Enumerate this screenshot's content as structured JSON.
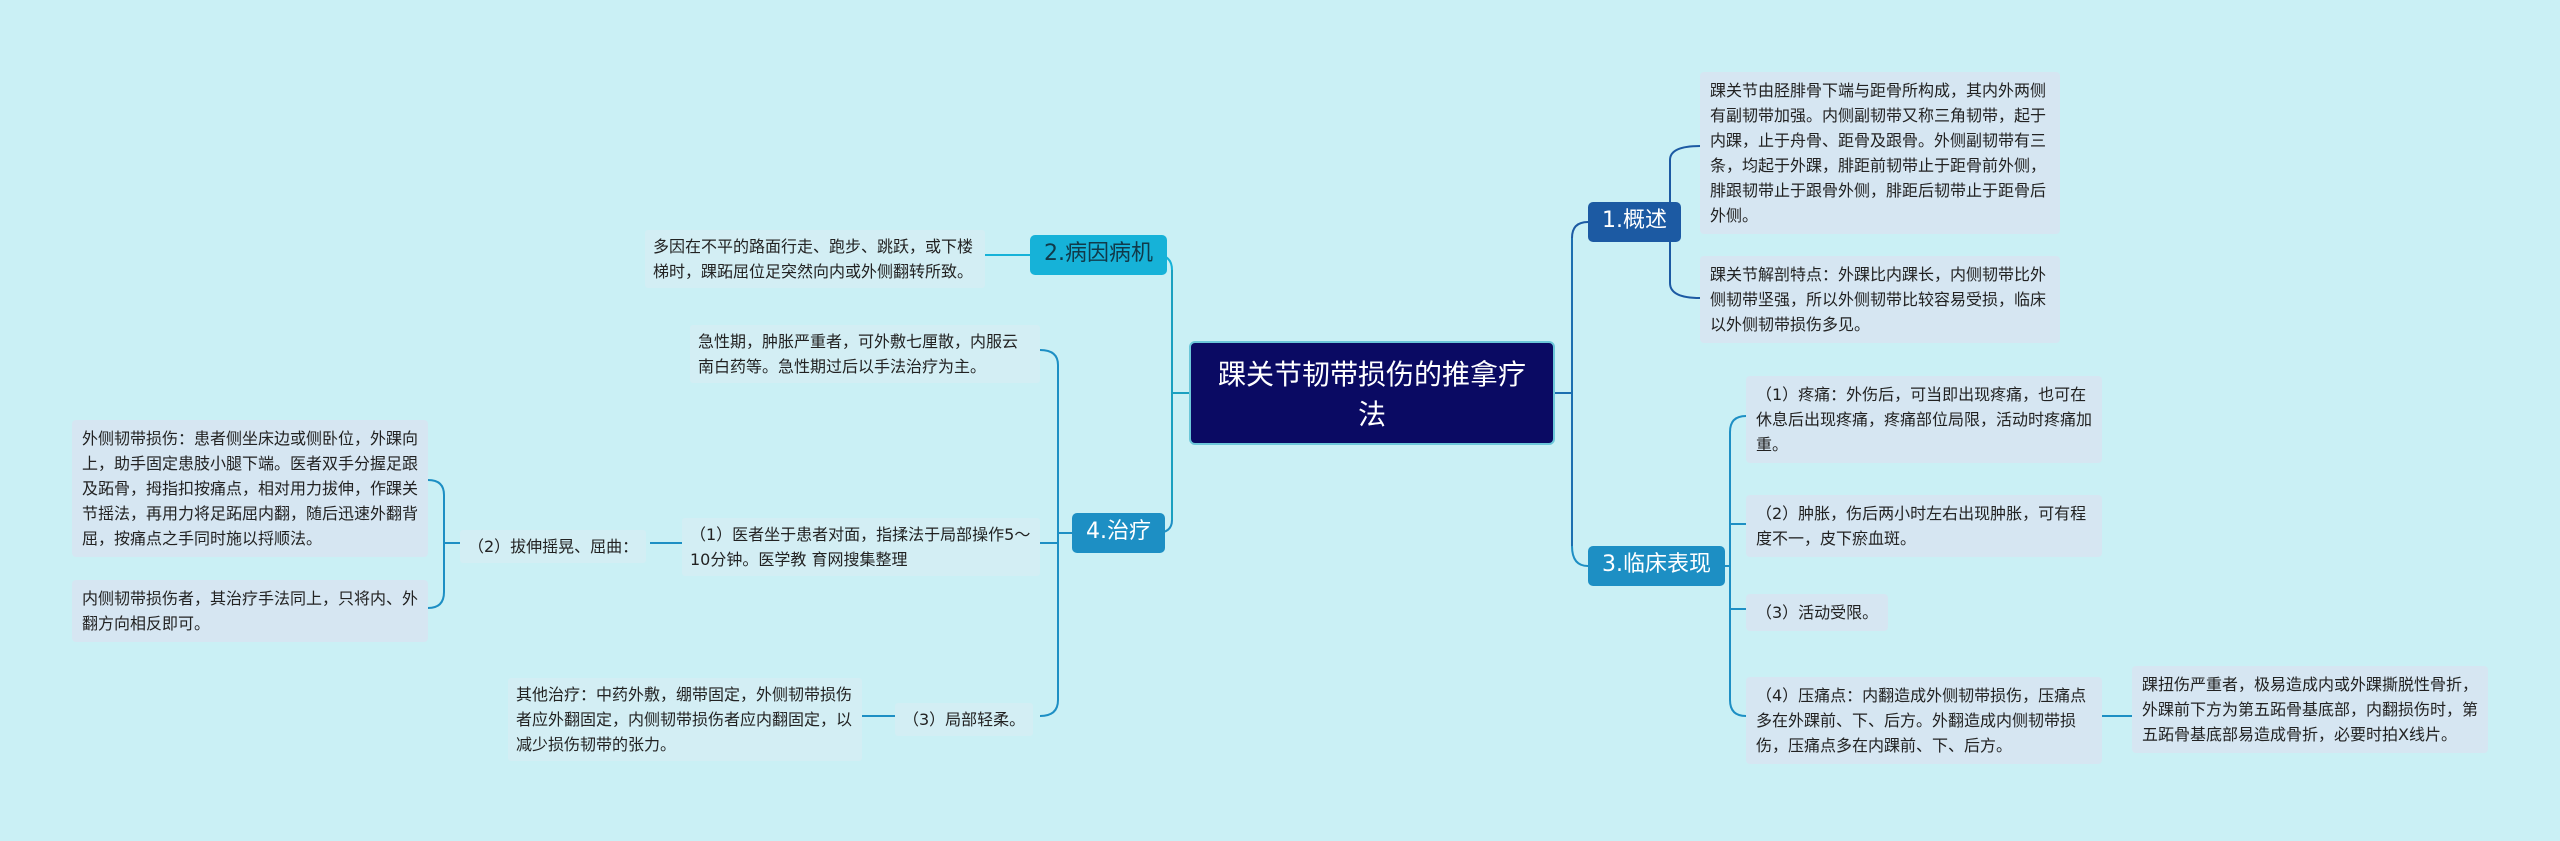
{
  "root": {
    "title": "踝关节韧带损伤的推拿疗法"
  },
  "colors": {
    "background": "#caf0f5",
    "root": "#0a0a63",
    "link_blue": "#1c6fb0",
    "link_teal": "#1aa0c0"
  },
  "branches": {
    "overview": {
      "label": "1.概述",
      "items": [
        "踝关节由胫腓骨下端与距骨所构成，其内外两侧有副韧带加强。内侧副韧带又称三角韧带，起于内踝，止于舟骨、距骨及跟骨。外侧副韧带有三条，均起于外踝，腓距前韧带止于距骨前外侧，腓跟韧带止于跟骨外侧，腓距后韧带止于距骨后外侧。",
        "踝关节解剖特点：外踝比内踝长，内侧韧带比外侧韧带坚强，所以外侧韧带比较容易受损，临床以外侧韧带损伤多见。"
      ]
    },
    "cause": {
      "label": "2.病因病机",
      "items": [
        "多因在不平的路面行走、跑步、跳跃，或下楼梯时，踝跖屈位足突然向内或外侧翻转所致。"
      ]
    },
    "clinical": {
      "label": "3.临床表现",
      "items": [
        "（1）疼痛：外伤后，可当即出现疼痛，也可在休息后出现疼痛，疼痛部位局限，活动时疼痛加重。",
        "（2）肿胀，伤后两小时左右出现肿胀，可有程度不一，皮下瘀血斑。",
        "（3）活动受限。",
        "（4）压痛点：内翻造成外侧韧带损伤，压痛点多在外踝前、下、后方。外翻造成内侧韧带损伤，压痛点多在内踝前、下、后方。"
      ],
      "note": "踝扭伤严重者，极易造成内或外踝撕脱性骨折，外踝前下方为第五跖骨基底部，内翻损伤时，第五跖骨基底部易造成骨折，必要时拍X线片。"
    },
    "treatment": {
      "label": "4.治疗",
      "acute": "急性期，肿胀严重者，可外敷七厘散，内服云南白药等。急性期过后以手法治疗为主。",
      "step1": "（1）医者坐于患者对面，指揉法于局部操作5～10分钟。医学教 育网搜集整理",
      "step2": "（2）拔伸摇晃、屈曲：",
      "step2_items": [
        "外侧韧带损伤：患者侧坐床边或侧卧位，外踝向上，助手固定患肢小腿下端。医者双手分握足跟及跖骨，拇指扣按痛点，相对用力拔伸，作踝关节摇法，再用力将足跖屈内翻，随后迅速外翻背屈，按痛点之手同时施以捋顺法。",
        "内侧韧带损伤者，其治疗手法同上，只将内、外翻方向相反即可。"
      ],
      "step3": "（3）局部轻柔。",
      "other": "其他治疗：中药外敷，绷带固定，外侧韧带损伤者应外翻固定，内侧韧带损伤者应内翻固定，以减少损伤韧带的张力。"
    }
  }
}
